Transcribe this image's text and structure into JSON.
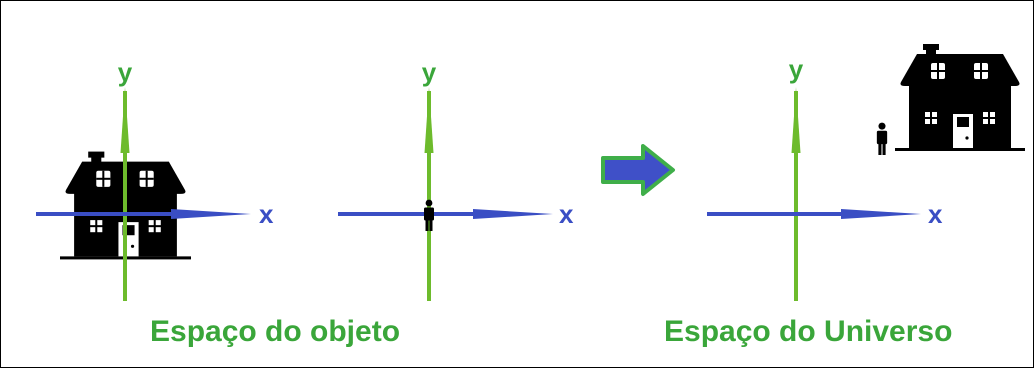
{
  "colors": {
    "x_axis": "#3a4ec4",
    "y_axis": "#6dbb2c",
    "y_label": "#3aa63a",
    "caption": "#3aa63a",
    "arrow_fill": "#3f50c8",
    "arrow_stroke": "#3fae49",
    "silhouette": "#000000"
  },
  "icons": {
    "house": "house-icon",
    "person": "person-icon",
    "transform_arrow": "right-arrow-icon"
  },
  "panels": {
    "object_house": {
      "x_label": "x",
      "y_label": "y"
    },
    "object_person": {
      "x_label": "x",
      "y_label": "y"
    },
    "universe": {
      "x_label": "x",
      "y_label": "y"
    }
  },
  "captions": {
    "object_space": "Espaço do objeto",
    "universe_space": "Espaço do Universo"
  }
}
